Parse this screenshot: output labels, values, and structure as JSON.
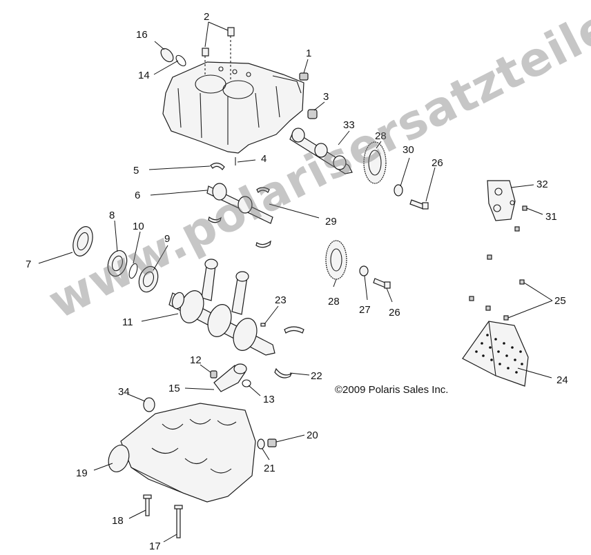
{
  "copyright": "©2009 Polaris Sales Inc.",
  "watermark": "www.polarisersatzteile.de",
  "callouts": {
    "c1": "1",
    "c2": "2",
    "c3": "3",
    "c4": "4",
    "c5": "5",
    "c6": "6",
    "c7": "7",
    "c8": "8",
    "c9": "9",
    "c10": "10",
    "c11": "11",
    "c12": "12",
    "c13": "13",
    "c14": "14",
    "c15": "15",
    "c16": "16",
    "c17": "17",
    "c18": "18",
    "c19": "19",
    "c20": "20",
    "c21": "21",
    "c22": "22",
    "c23": "23",
    "c24": "24",
    "c25": "25",
    "c26a": "26",
    "c26b": "26",
    "c27": "27",
    "c28a": "28",
    "c28b": "28",
    "c29": "29",
    "c30": "30",
    "c31": "31",
    "c32": "32",
    "c33": "33",
    "c34": "34"
  }
}
